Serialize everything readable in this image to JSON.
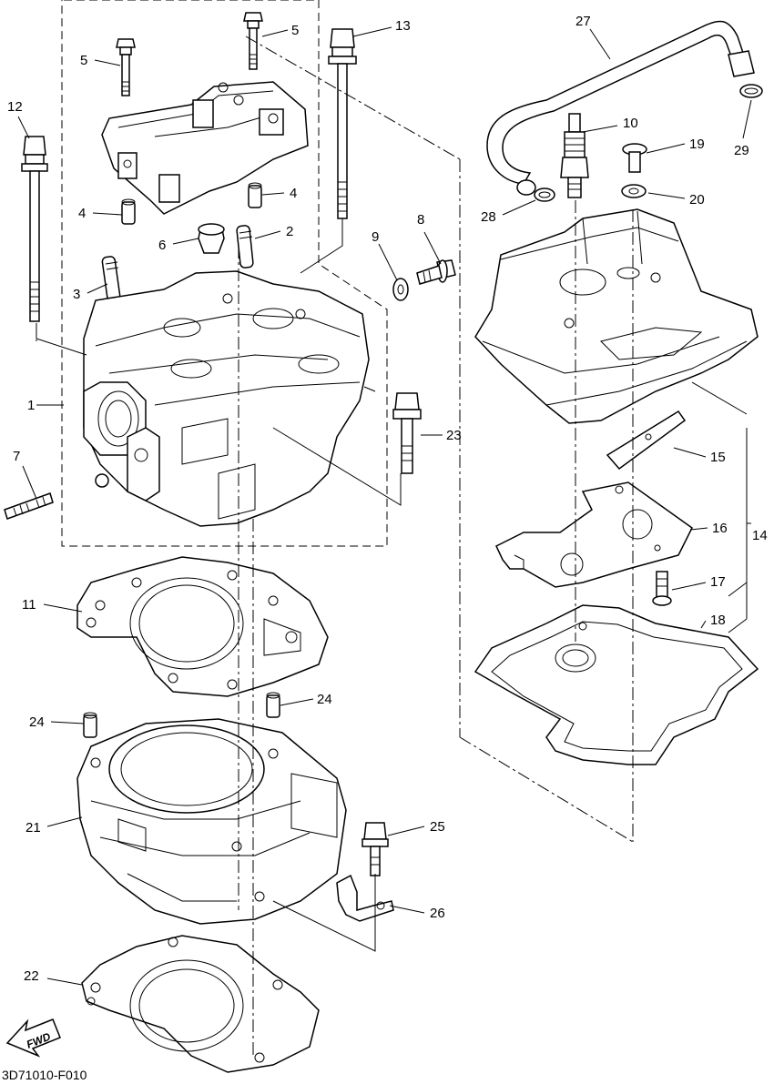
{
  "callouts": [
    {
      "id": "c1",
      "text": "1"
    },
    {
      "id": "c2",
      "text": "2"
    },
    {
      "id": "c3",
      "text": "3"
    },
    {
      "id": "c4a",
      "text": "4"
    },
    {
      "id": "c4b",
      "text": "4"
    },
    {
      "id": "c5a",
      "text": "5"
    },
    {
      "id": "c5b",
      "text": "5"
    },
    {
      "id": "c6",
      "text": "6"
    },
    {
      "id": "c7",
      "text": "7"
    },
    {
      "id": "c8",
      "text": "8"
    },
    {
      "id": "c9",
      "text": "9"
    },
    {
      "id": "c10",
      "text": "10"
    },
    {
      "id": "c11",
      "text": "11"
    },
    {
      "id": "c12",
      "text": "12"
    },
    {
      "id": "c13",
      "text": "13"
    },
    {
      "id": "c14",
      "text": "14"
    },
    {
      "id": "c15",
      "text": "15"
    },
    {
      "id": "c16",
      "text": "16"
    },
    {
      "id": "c17",
      "text": "17"
    },
    {
      "id": "c18",
      "text": "18"
    },
    {
      "id": "c19",
      "text": "19"
    },
    {
      "id": "c20",
      "text": "20"
    },
    {
      "id": "c21",
      "text": "21"
    },
    {
      "id": "c22",
      "text": "22"
    },
    {
      "id": "c23",
      "text": "23"
    },
    {
      "id": "c24a",
      "text": "24"
    },
    {
      "id": "c24b",
      "text": "24"
    },
    {
      "id": "c25",
      "text": "25"
    },
    {
      "id": "c26",
      "text": "26"
    },
    {
      "id": "c27",
      "text": "27"
    },
    {
      "id": "c28",
      "text": "28"
    },
    {
      "id": "c29",
      "text": "29"
    }
  ],
  "fwd_label": "FWD",
  "diagram_code": "3D71010-F010"
}
